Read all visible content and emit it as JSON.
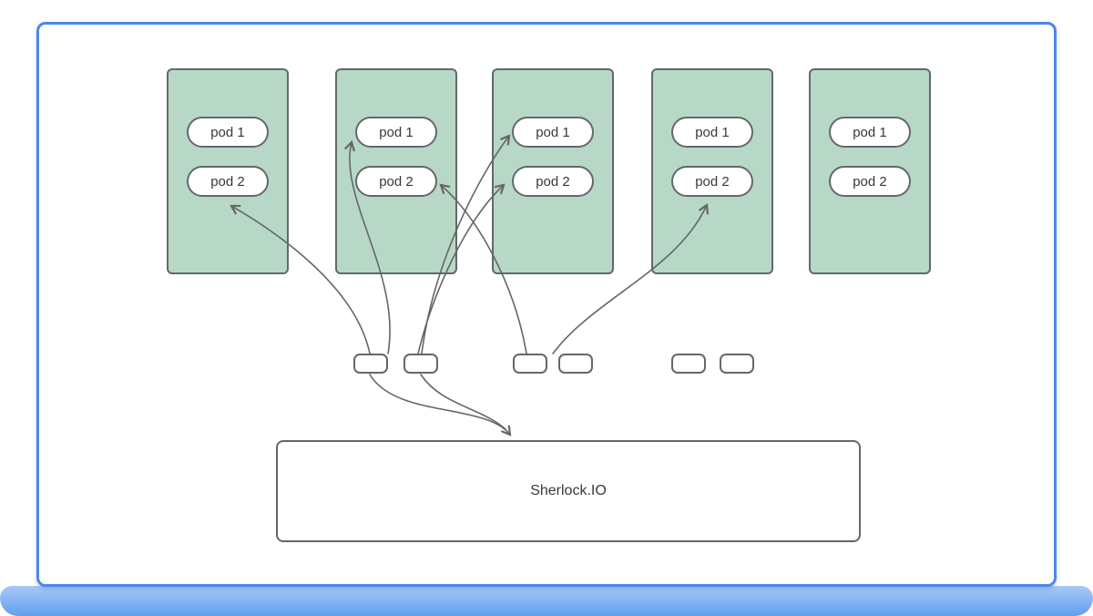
{
  "diagram": {
    "service_label": "Sherlock.IO",
    "nodes": [
      {
        "pods": [
          "pod 1",
          "pod 2"
        ]
      },
      {
        "pods": [
          "pod 1",
          "pod 2"
        ]
      },
      {
        "pods": [
          "pod 1",
          "pod 2"
        ]
      },
      {
        "pods": [
          "pod 1",
          "pod 2"
        ]
      },
      {
        "pods": [
          "pod 1",
          "pod 2"
        ]
      }
    ],
    "endpoint_boxes_count": 6
  },
  "colors": {
    "node_fill": "#b7d8c6",
    "node_border": "#63686c",
    "pill_fill": "#ffffff",
    "pill_border": "#63686c",
    "text": "#38393b",
    "arrow": "#666666",
    "frame": "#4b87e8",
    "band_top": "#a6c9f7",
    "band_bottom": "#639fef"
  }
}
